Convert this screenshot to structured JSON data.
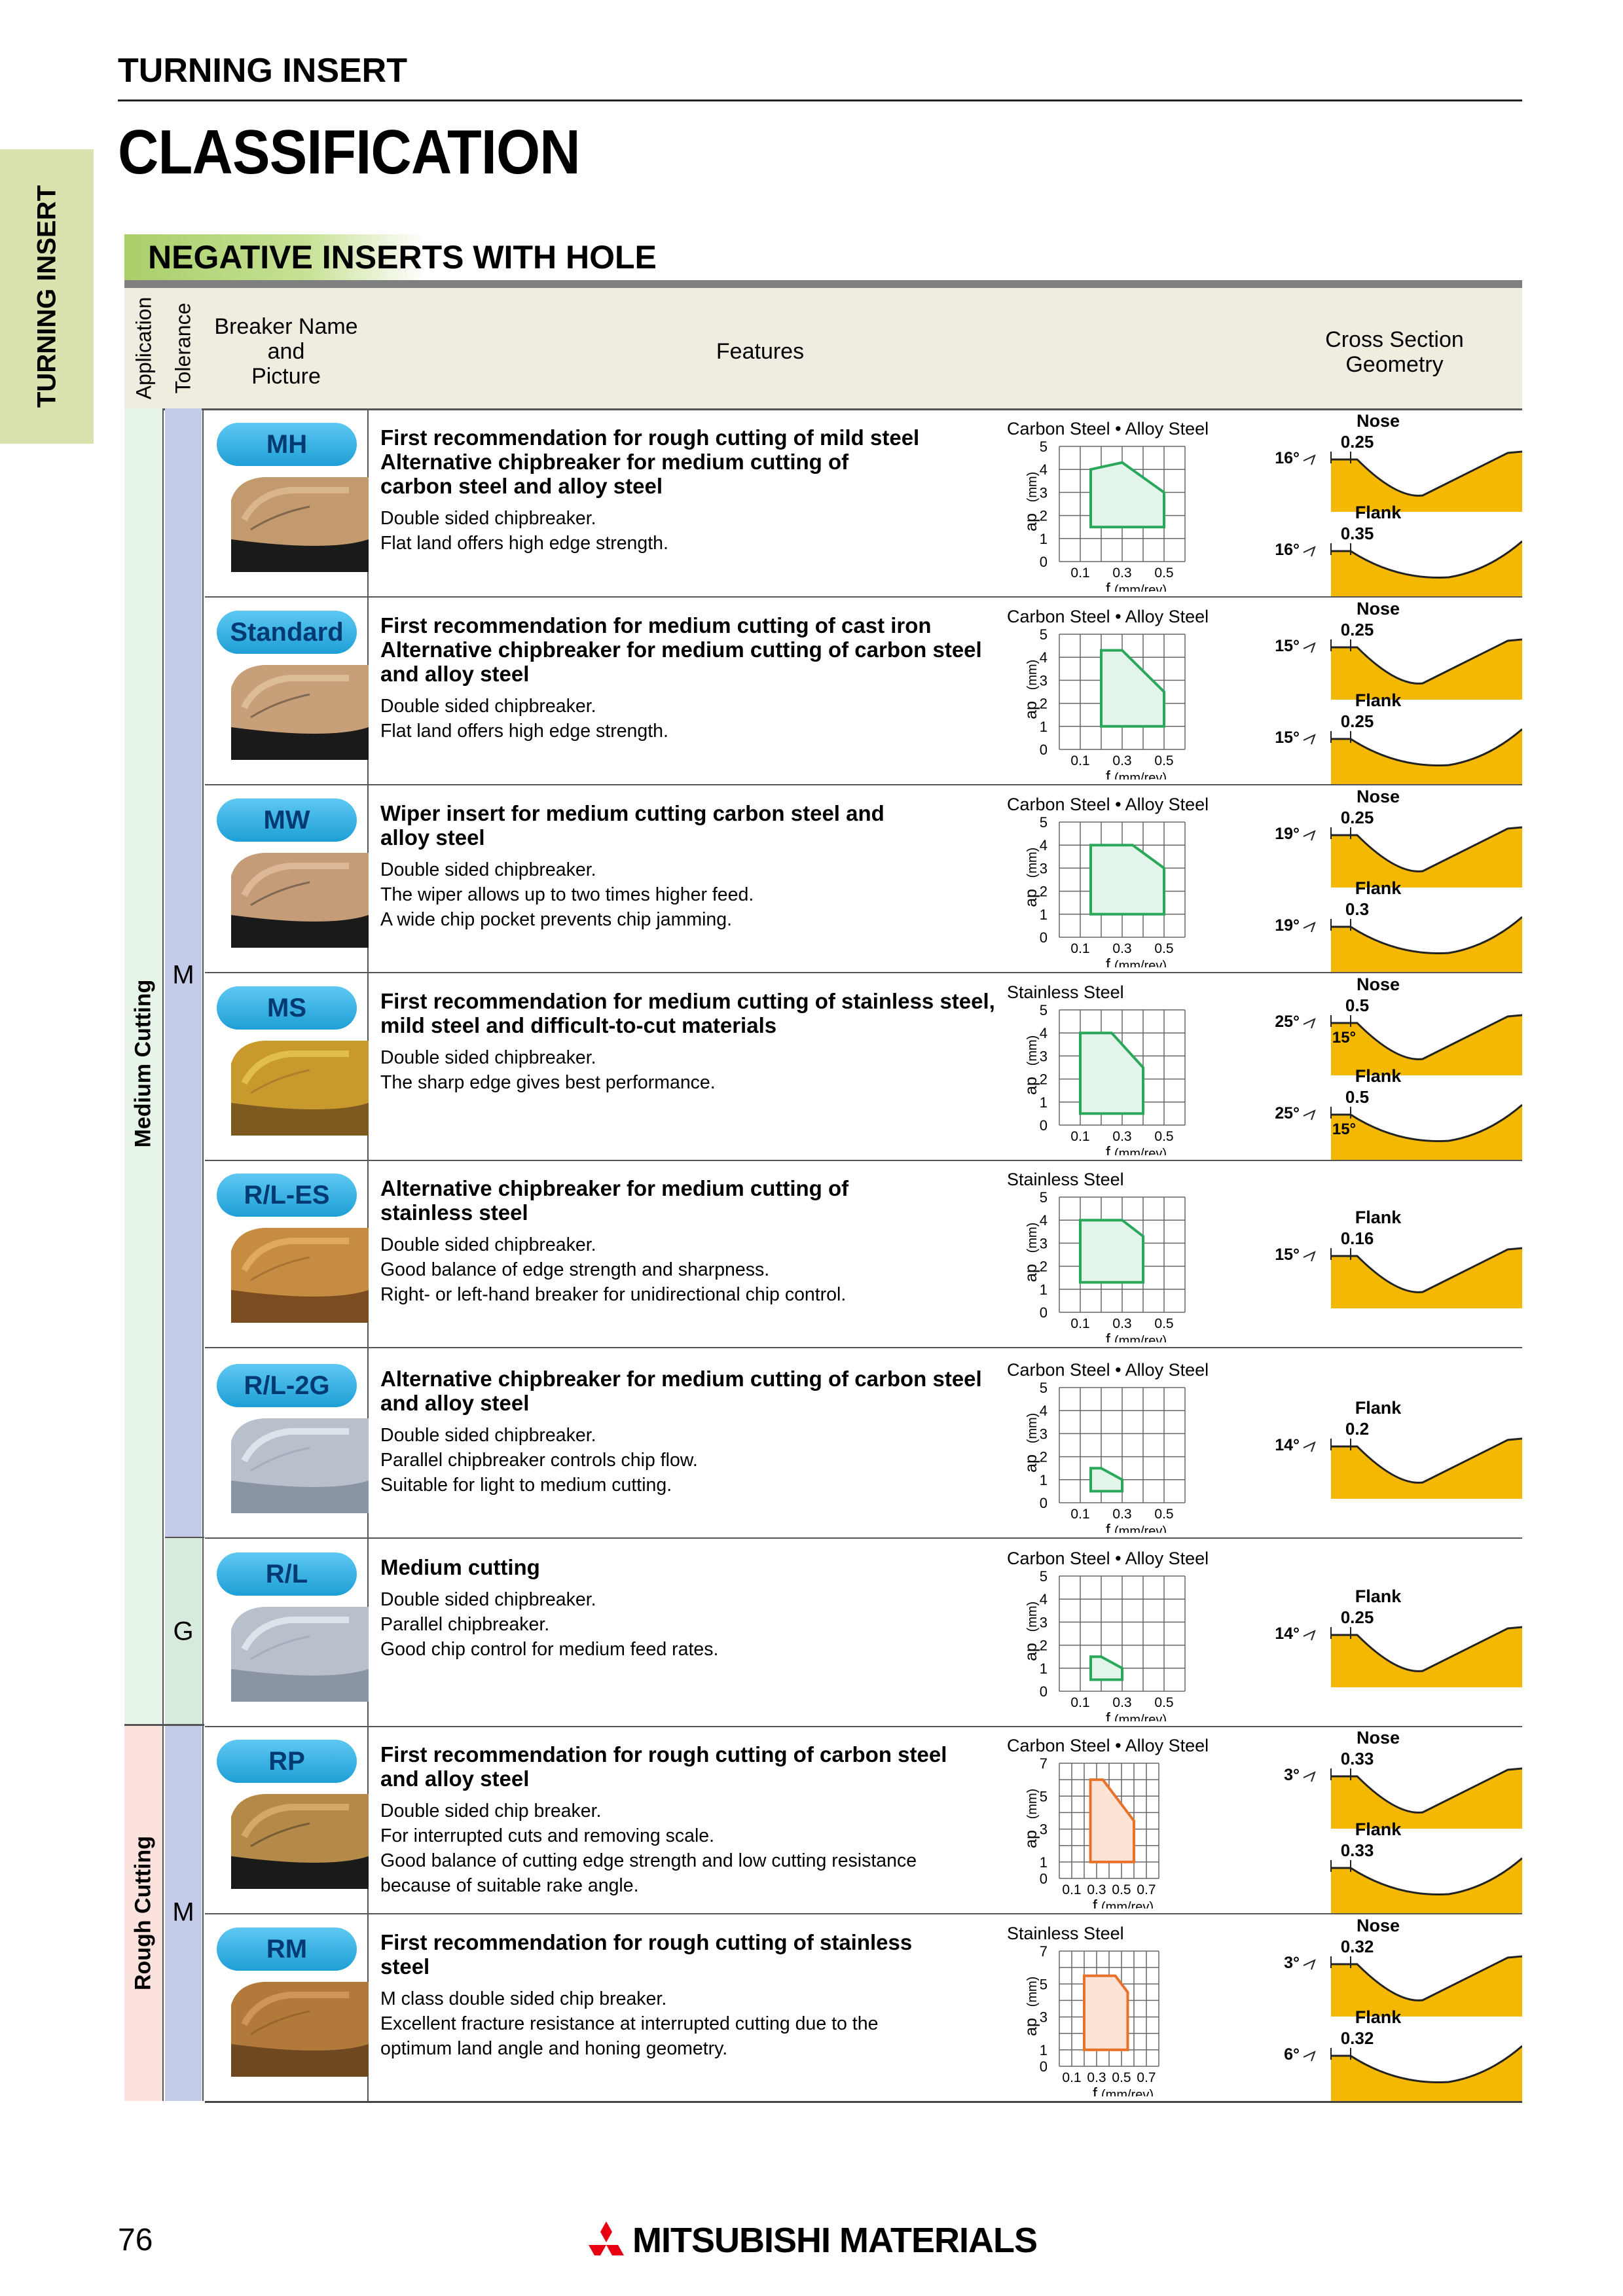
{
  "sidebar": {
    "tab_label": "TURNING INSERT"
  },
  "header": {
    "section": "TURNING INSERT",
    "title": "CLASSIFICATION",
    "subtitle": "NEGATIVE INSERTS WITH HOLE"
  },
  "columns": {
    "application": "Application",
    "tolerance": "Tolerance",
    "breaker_line1": "Breaker Name",
    "breaker_line2": "and",
    "breaker_line3": "Picture",
    "features": "Features",
    "cross_line1": "Cross Section",
    "cross_line2": "Geometry"
  },
  "applications": {
    "medium": "Medium Cutting",
    "rough": "Rough Cutting"
  },
  "tolerances": {
    "m1": "M",
    "g": "G",
    "m2": "M"
  },
  "axis": {
    "y": "ap",
    "y_unit": "(mm)",
    "x": "f",
    "x_unit": "(mm/rev)"
  },
  "colors": {
    "pill": "#1e9fd6",
    "green": "#2aa85a",
    "orange": "#e8722a",
    "geometry": "#f5b800"
  },
  "rows": [
    {
      "breaker": "MH",
      "titles": [
        "First recommendation for rough cutting of mild steel",
        "Alternative chipbreaker for medium cutting of",
        "carbon steel and alloy steel"
      ],
      "lines": [
        "Double sided chipbreaker.",
        "Flat land offers high edge strength."
      ],
      "chart": {
        "type": "area",
        "title": "Carbon Steel • Alloy Steel",
        "y_ticks": [
          "5",
          "4",
          "3",
          "2",
          "1",
          "0"
        ],
        "ylim": [
          0,
          5
        ],
        "x_ticks": [
          "0.1",
          "0.3",
          "0.5"
        ],
        "xlim": [
          0,
          0.6
        ],
        "color": "green",
        "region": [
          [
            0.15,
            1.5
          ],
          [
            0.15,
            4.0
          ],
          [
            0.3,
            4.3
          ],
          [
            0.5,
            3.0
          ],
          [
            0.5,
            1.5
          ]
        ]
      },
      "geometry": {
        "top_label": "Nose",
        "top_width": "0.25",
        "top_angle": "16°",
        "bottom_label": "Flank",
        "bottom_width": "0.35",
        "bottom_angle": "16°"
      }
    },
    {
      "breaker": "Standard",
      "titles": [
        "First recommendation for medium cutting of cast iron",
        "Alternative chipbreaker for medium cutting of carbon steel",
        "and alloy steel"
      ],
      "lines": [
        "Double sided chipbreaker.",
        "Flat land offers high edge strength."
      ],
      "chart": {
        "type": "area",
        "title": "Carbon Steel • Alloy Steel",
        "y_ticks": [
          "5",
          "4",
          "3",
          "2",
          "1",
          "0"
        ],
        "ylim": [
          0,
          5
        ],
        "x_ticks": [
          "0.1",
          "0.3",
          "0.5"
        ],
        "xlim": [
          0,
          0.6
        ],
        "color": "green",
        "region": [
          [
            0.2,
            1.0
          ],
          [
            0.2,
            4.3
          ],
          [
            0.3,
            4.3
          ],
          [
            0.5,
            2.5
          ],
          [
            0.5,
            1.0
          ]
        ]
      },
      "geometry": {
        "top_label": "Nose",
        "top_width": "0.25",
        "top_angle": "15°",
        "bottom_label": "Flank",
        "bottom_width": "0.25",
        "bottom_angle": "15°"
      }
    },
    {
      "breaker": "MW",
      "titles": [
        "Wiper insert for medium cutting carbon steel and",
        "alloy steel"
      ],
      "lines": [
        "Double sided chipbreaker.",
        "The wiper allows up to two times higher feed.",
        "A wide chip pocket prevents chip jamming."
      ],
      "chart": {
        "type": "area",
        "title": "Carbon Steel • Alloy Steel",
        "y_ticks": [
          "5",
          "4",
          "3",
          "2",
          "1",
          "0"
        ],
        "ylim": [
          0,
          5
        ],
        "x_ticks": [
          "0.1",
          "0.3",
          "0.5"
        ],
        "xlim": [
          0,
          0.6
        ],
        "color": "green",
        "region": [
          [
            0.15,
            1.0
          ],
          [
            0.15,
            4.0
          ],
          [
            0.35,
            4.0
          ],
          [
            0.5,
            3.0
          ],
          [
            0.5,
            1.0
          ]
        ]
      },
      "geometry": {
        "top_label": "Nose",
        "top_width": "0.25",
        "top_angle": "19°",
        "bottom_label": "Flank",
        "bottom_width": "0.3",
        "bottom_angle": "19°"
      }
    },
    {
      "breaker": "MS",
      "titles": [
        "First recommendation for medium cutting of stainless steel,",
        "mild steel and difficult-to-cut materials"
      ],
      "lines": [
        "Double sided chipbreaker.",
        "The sharp edge gives best performance."
      ],
      "chart": {
        "type": "area",
        "title": "Stainless Steel",
        "y_ticks": [
          "5",
          "4",
          "3",
          "2",
          "1",
          "0"
        ],
        "ylim": [
          0,
          5
        ],
        "x_ticks": [
          "0.1",
          "0.3",
          "0.5"
        ],
        "xlim": [
          0,
          0.6
        ],
        "color": "green",
        "region": [
          [
            0.1,
            0.5
          ],
          [
            0.1,
            4.0
          ],
          [
            0.25,
            4.0
          ],
          [
            0.4,
            2.5
          ],
          [
            0.4,
            0.5
          ]
        ]
      },
      "geometry": {
        "top_label": "Nose",
        "top_width": "0.5",
        "top_angle": "25°",
        "top_angle2": "15°",
        "bottom_label": "Flank",
        "bottom_width": "0.5",
        "bottom_angle": "25°",
        "bottom_angle2": "15°"
      }
    },
    {
      "breaker": "R/L-ES",
      "titles": [
        "Alternative chipbreaker for medium cutting of",
        "stainless steel"
      ],
      "lines": [
        "Double sided chipbreaker.",
        "Good balance of edge strength and sharpness.",
        "Right- or left-hand breaker for unidirectional chip control."
      ],
      "chart": {
        "type": "area",
        "title": "Stainless Steel",
        "y_ticks": [
          "5",
          "4",
          "3",
          "2",
          "1",
          "0"
        ],
        "ylim": [
          0,
          5
        ],
        "x_ticks": [
          "0.1",
          "0.3",
          "0.5"
        ],
        "xlim": [
          0,
          0.6
        ],
        "color": "green",
        "region": [
          [
            0.1,
            1.3
          ],
          [
            0.1,
            4.0
          ],
          [
            0.3,
            4.0
          ],
          [
            0.4,
            3.3
          ],
          [
            0.4,
            1.3
          ]
        ]
      },
      "geometry": {
        "top_label": "Flank",
        "top_width": "0.16",
        "top_angle": "15°"
      }
    },
    {
      "breaker": "R/L-2G",
      "titles": [
        "Alternative chipbreaker for medium cutting of carbon steel",
        "and alloy steel"
      ],
      "lines": [
        "Double sided chipbreaker.",
        "Parallel chipbreaker controls chip flow.",
        "Suitable for light to medium cutting."
      ],
      "chart": {
        "type": "area",
        "title": "Carbon Steel • Alloy Steel",
        "y_ticks": [
          "5",
          "4",
          "3",
          "2",
          "1",
          "0"
        ],
        "ylim": [
          0,
          5
        ],
        "x_ticks": [
          "0.1",
          "0.3",
          "0.5"
        ],
        "xlim": [
          0,
          0.6
        ],
        "color": "green",
        "region": [
          [
            0.15,
            0.5
          ],
          [
            0.15,
            1.5
          ],
          [
            0.2,
            1.5
          ],
          [
            0.3,
            1.0
          ],
          [
            0.3,
            0.5
          ]
        ]
      },
      "geometry": {
        "top_label": "Flank",
        "top_width": "0.2",
        "top_angle": "14°"
      }
    },
    {
      "breaker": "R/L",
      "titles": [
        "Medium cutting"
      ],
      "lines": [
        "Double sided chipbreaker.",
        "Parallel chipbreaker.",
        "Good chip control for medium feed rates."
      ],
      "chart": {
        "type": "area",
        "title": "Carbon Steel • Alloy Steel",
        "y_ticks": [
          "5",
          "4",
          "3",
          "2",
          "1",
          "0"
        ],
        "ylim": [
          0,
          5
        ],
        "x_ticks": [
          "0.1",
          "0.3",
          "0.5"
        ],
        "xlim": [
          0,
          0.6
        ],
        "color": "green",
        "region": [
          [
            0.15,
            0.5
          ],
          [
            0.15,
            1.5
          ],
          [
            0.2,
            1.5
          ],
          [
            0.3,
            1.0
          ],
          [
            0.3,
            0.5
          ]
        ]
      },
      "geometry": {
        "top_label": "Flank",
        "top_width": "0.25",
        "top_angle": "14°"
      }
    },
    {
      "breaker": "RP",
      "titles": [
        "First recommendation for rough cutting of carbon steel",
        "and alloy steel"
      ],
      "lines": [
        "Double sided chip breaker.",
        "For interrupted cuts and removing scale.",
        "Good balance of cutting edge strength and low cutting resistance",
        "because of suitable rake angle."
      ],
      "chart": {
        "type": "area",
        "title": "Carbon Steel • Alloy Steel",
        "y_ticks": [
          "7",
          "",
          "5",
          "",
          "3",
          "",
          "1",
          "0"
        ],
        "ylim": [
          0,
          7
        ],
        "x_ticks": [
          "0.1",
          "0.3",
          "0.5",
          "0.7"
        ],
        "xlim": [
          0,
          0.8
        ],
        "color": "orange",
        "region": [
          [
            0.25,
            1.0
          ],
          [
            0.25,
            6.0
          ],
          [
            0.35,
            6.0
          ],
          [
            0.6,
            3.5
          ],
          [
            0.6,
            1.0
          ]
        ]
      },
      "geometry": {
        "top_label": "Nose",
        "top_width": "0.33",
        "top_angle": "3°",
        "bottom_label": "Flank",
        "bottom_width": "0.33"
      }
    },
    {
      "breaker": "RM",
      "titles": [
        "First recommendation for rough cutting of stainless",
        "steel"
      ],
      "lines": [
        "M class double sided chip breaker.",
        "Excellent fracture resistance at interrupted cutting due to the",
        "optimum land angle and honing geometry."
      ],
      "chart": {
        "type": "area",
        "title": "Stainless Steel",
        "y_ticks": [
          "7",
          "",
          "5",
          "",
          "3",
          "",
          "1",
          "0"
        ],
        "ylim": [
          0,
          7
        ],
        "x_ticks": [
          "0.1",
          "0.3",
          "0.5",
          "0.7"
        ],
        "xlim": [
          0,
          0.8
        ],
        "color": "orange",
        "region": [
          [
            0.2,
            1.0
          ],
          [
            0.2,
            5.5
          ],
          [
            0.45,
            5.5
          ],
          [
            0.55,
            4.5
          ],
          [
            0.55,
            1.0
          ]
        ]
      },
      "geometry": {
        "top_label": "Nose",
        "top_width": "0.32",
        "top_angle": "3°",
        "bottom_label": "Flank",
        "bottom_width": "0.32",
        "bottom_angle": "6°"
      }
    }
  ],
  "footer": {
    "page_number": "76",
    "brand": "MITSUBISHI MATERIALS"
  }
}
